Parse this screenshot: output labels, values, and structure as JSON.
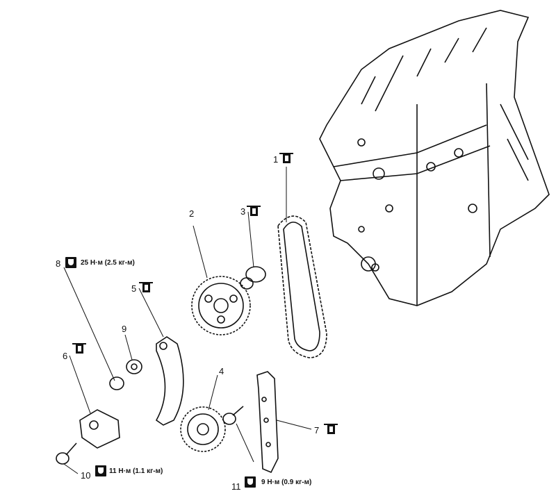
{
  "parts": [
    {
      "num": "1",
      "icon": "oil-can-icon"
    },
    {
      "num": "2"
    },
    {
      "num": "3",
      "icon": "oil-can-icon"
    },
    {
      "num": "4"
    },
    {
      "num": "5",
      "icon": "oil-can-icon"
    },
    {
      "num": "6",
      "icon": "oil-can-icon"
    },
    {
      "num": "7",
      "icon": "oil-can-icon"
    },
    {
      "num": "8",
      "icon": "torque-wrench-icon",
      "torque": "25 Н·м (2.5 кг-м)"
    },
    {
      "num": "9"
    },
    {
      "num": "10",
      "icon": "torque-wrench-icon",
      "torque": "11 Н·м (1.1 кг-м)"
    },
    {
      "num": "11",
      "icon": "torque-wrench-icon",
      "torque": "9 Н·м (0.9 кг-м)"
    }
  ]
}
